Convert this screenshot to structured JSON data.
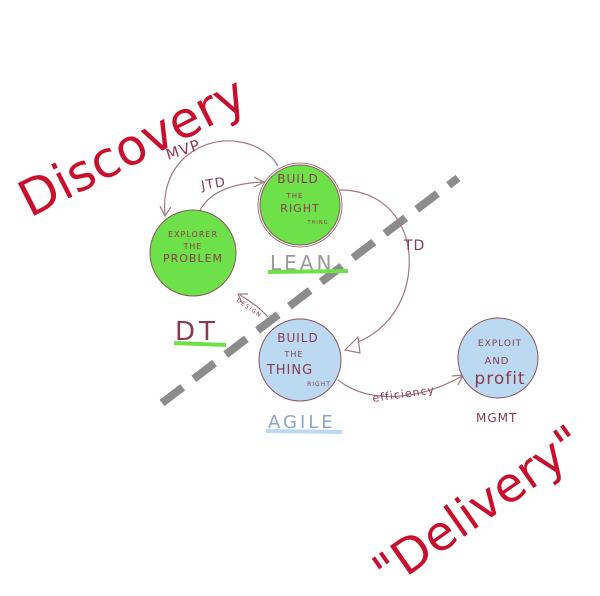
{
  "titles": {
    "discovery": "Discovery",
    "delivery": "\"Delivery\""
  },
  "nodes": {
    "explore": {
      "lines": [
        "EXPLORER",
        "THE",
        "PROBLEM"
      ],
      "label": "DT",
      "fill": "#6ee14a"
    },
    "build_right": {
      "lines": [
        "BUILD",
        "THE",
        "RIGHT",
        "THING"
      ],
      "label": "LEAN",
      "fill": "#6ee14a"
    },
    "build_thing": {
      "lines": [
        "BUILD",
        "THE",
        "THING",
        "RIGHT"
      ],
      "label": "AGILE",
      "fill": "#bcd9f2"
    },
    "exploit": {
      "lines": [
        "EXPLOIT",
        "AND",
        "profit"
      ],
      "label": "MGMT",
      "fill": "#bcd9f2"
    }
  },
  "edges": {
    "mvp": "MVP",
    "jtd": "JTD",
    "td": "TD",
    "design": "DESIGN",
    "efficiency": "efficiency"
  },
  "colors": {
    "title_red": "#c8102e",
    "ink": "#8a3a50",
    "divider": "#8c8c8c",
    "green": "#6ee14a",
    "blue": "#bcd9f2"
  }
}
